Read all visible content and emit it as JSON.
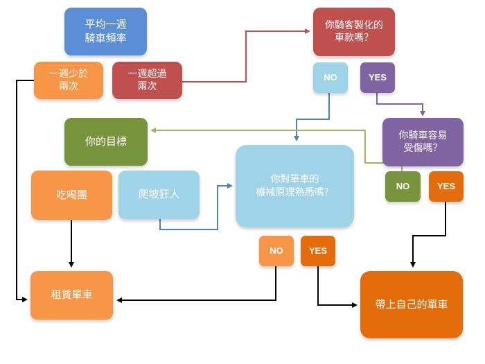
{
  "colors": {
    "blue": "#5b8ed6",
    "red": "#c0504d",
    "orange_light": "#f79646",
    "orange_dark": "#e46c0a",
    "teal": "#9fd4e8",
    "purple": "#8064a2",
    "green": "#77933c",
    "arrow_red": "#c0504d",
    "arrow_blue": "#4f81bd",
    "arrow_purple": "#8064a2",
    "arrow_green": "#9bbb59",
    "arrow_black": "#000000"
  },
  "nodes": {
    "frequency": "平均一週\n騎車頻率",
    "less_than_twice": "一週少於\n兩次",
    "more_than_twice": "一週超過\n兩次",
    "custom_bike": "你騎客製化的\n車款嗎？",
    "custom_no": "NO",
    "custom_yes": "YES",
    "easily_injured": "你騎車容易\n受傷嗎？",
    "injured_no": "NO",
    "injured_yes": "YES",
    "your_goal": "你的目標",
    "foodie_group": "吃喝團",
    "climber": "爬坡狂人",
    "mechanics": "你對單車的\n機械原理熟悉嗎？",
    "mech_no": "NO",
    "mech_yes": "YES",
    "rent_bike": "租賃單車",
    "bring_own": "帶上自己的單車"
  }
}
